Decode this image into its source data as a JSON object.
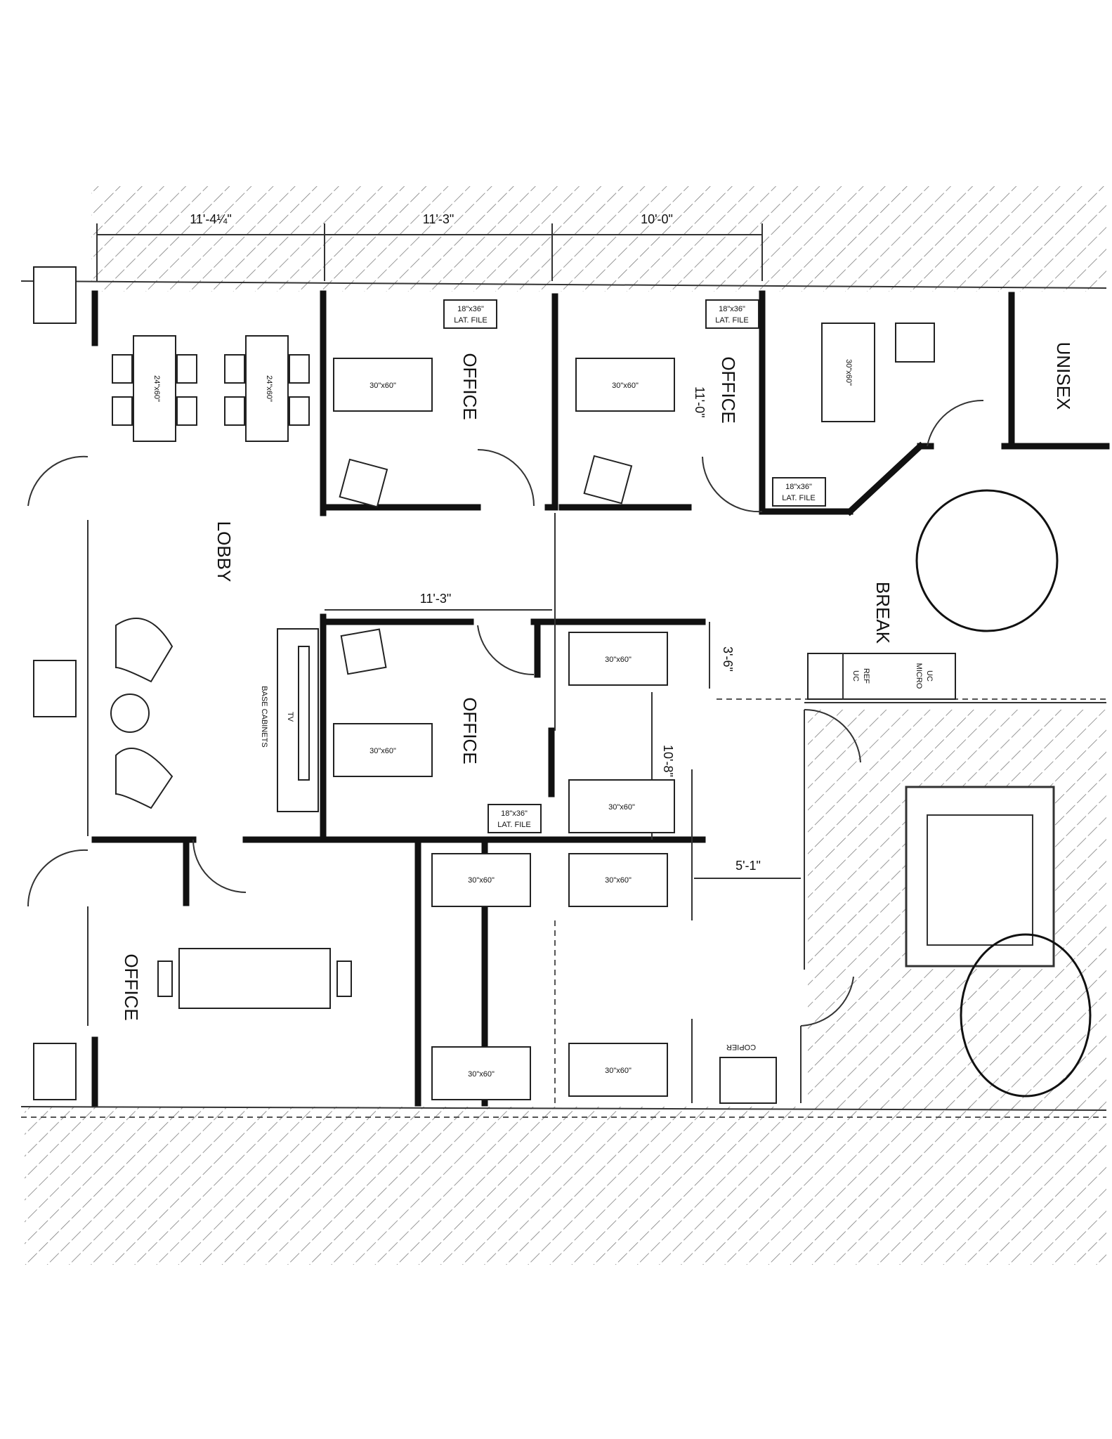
{
  "dimensions": {
    "top_1": "11'-4¼\"",
    "top_2": "11'-3\"",
    "top_3": "10'-0\"",
    "corridor": "11'-3\"",
    "office_depth": "11'-0\"",
    "door_gap": "3'-6\"",
    "workstation_depth": "10'-8\"",
    "aisle": "5'-1\""
  },
  "rooms": {
    "lobby": "LOBBY",
    "office": "OFFICE",
    "break": "BREAK",
    "unisex": "UNISEX"
  },
  "furniture": {
    "desk": "30\"x60\"",
    "table_lobby": "24\"x60\"",
    "lat_file_size": "18\"x36\"",
    "lat_file": "LAT. FILE",
    "tv": "TV",
    "base_cabinets": "BASE CABINETS",
    "uc_micro_1": "UC",
    "uc_micro_2": "MICRO",
    "uc_ref_1": "UC",
    "uc_ref_2": "REF",
    "copier": "COPIER"
  }
}
